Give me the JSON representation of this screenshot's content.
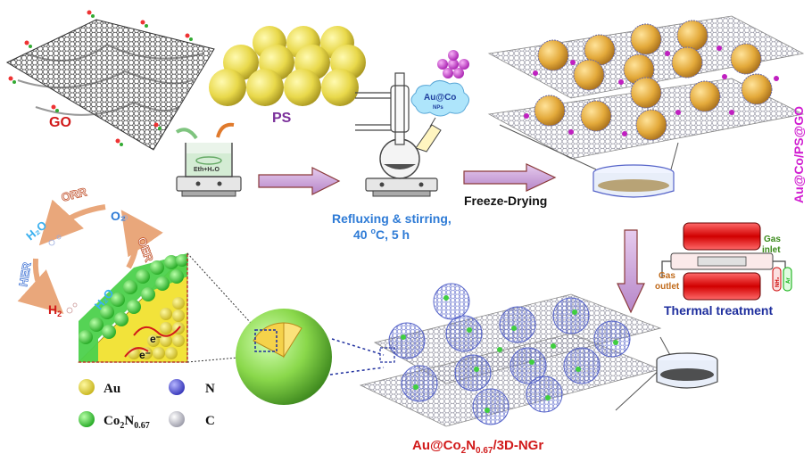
{
  "labels": {
    "go": "GO",
    "ps": "PS",
    "beaker": "Eth+H₂O",
    "au_co_cloud_top": "Au@Co",
    "au_co_cloud_bottom": "NPs",
    "reflux_line1": "Refluxing & stirring,",
    "reflux_line2_pre": "40 ",
    "reflux_line2_sup": "o",
    "reflux_line2_post": "C, 5 h",
    "freeze": "Freeze-Drying",
    "intermediate": "Au@Co/PS@GO",
    "thermal": "Thermal treatment",
    "gas_inlet_line1": "Gas",
    "gas_inlet_line2": "inlet",
    "gas_outlet_line1": "Gas",
    "gas_outlet_line2": "outlet",
    "tube_nh3": "NH₃",
    "tube_ar": "Ar",
    "product_pre": "Au@Co",
    "product_sub1": "2",
    "product_mid": "N",
    "product_sub2": "0.67",
    "product_post": "/3D-NGr"
  },
  "cycle": {
    "orr": "ORR",
    "oer": "OER",
    "her": "HER",
    "o2": "O₂",
    "h2o_left": "H₂O",
    "h2_pre": "H",
    "h2_sub": "2",
    "h2o_surface": "H₂O",
    "electron": "e⁻"
  },
  "legend": {
    "au": "Au",
    "n": "N",
    "co_pre": "Co",
    "co_sub1": "2",
    "co_mid": "N",
    "co_sub2": "0.67",
    "c": "C"
  },
  "colors": {
    "blue_text": "#2e7bd6",
    "magenta_text": "#d11fd1",
    "red_text": "#d11a1a",
    "purple_text": "#7a2f9a",
    "navy_text": "#1f2f9e",
    "ps_sphere": "#e8d84a",
    "au": "#f2e33a",
    "co2n": "#4cd14c",
    "n_atom": "#5858e0",
    "c_atom": "#c8c8d2",
    "arrow_fill": "#c9a3d9",
    "arrow_stroke": "#8a3a3a",
    "cycle_arrow": "#e9a77b"
  }
}
